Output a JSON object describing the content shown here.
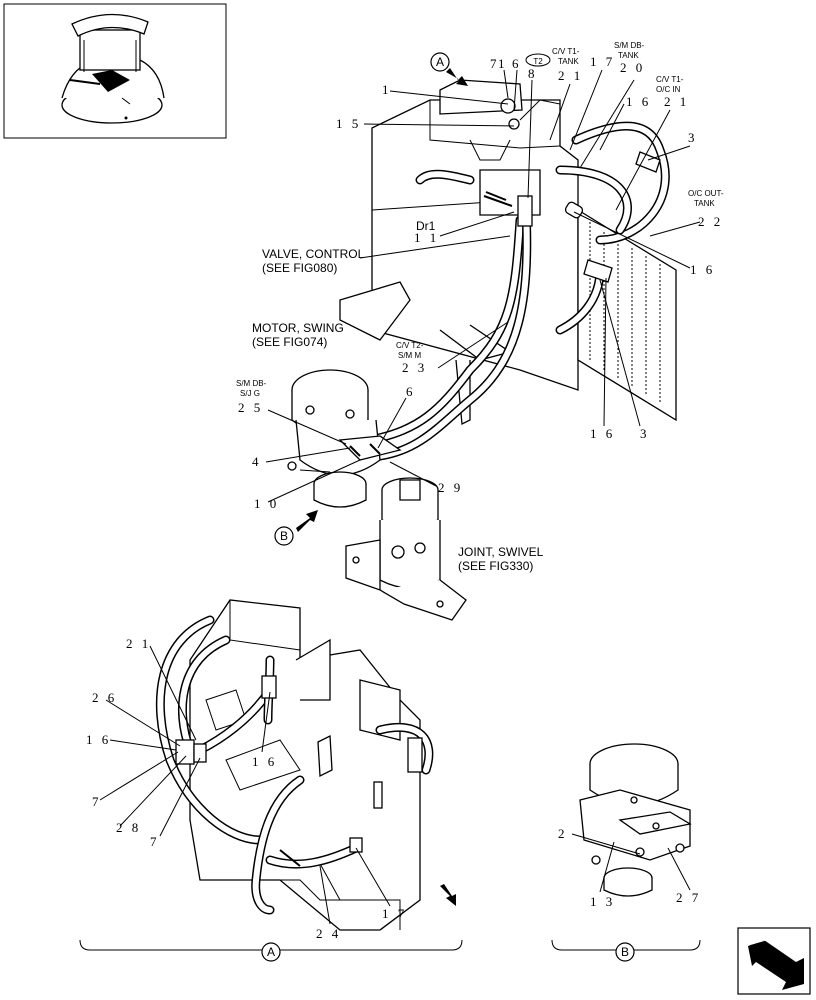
{
  "thumbnail": {
    "icon": "excavator-cab-icon"
  },
  "views": {
    "a_marker": "A",
    "b_marker": "B",
    "bottom_a": "A",
    "bottom_b": "B"
  },
  "top_labels": {
    "t2": "T2",
    "ct1_tank_l1": "C/V T1-",
    "ct1_tank_l2": "TANK",
    "sm_db_tank_l1": "S/M DB-",
    "sm_db_tank_l2": "TANK",
    "cv_t1_oc_l1": "C/V T1-",
    "cv_t1_oc_l2": "O/C IN",
    "oc_out_l1": "O/C OUT-",
    "oc_out_l2": "TANK",
    "dr1": "Dr1",
    "cv_t2_l1": "C/V T2-",
    "cv_t2_l2": "S/M M",
    "sm_db_sjg_l1": "S/M DB-",
    "sm_db_sjg_l2": "S/J G"
  },
  "captions": {
    "valve_l1": "VALVE, CONTROL",
    "valve_l2": "(SEE FIG080)",
    "motor_l1": "MOTOR, SWING",
    "motor_l2": "(SEE FIG074)",
    "joint_l1": "JOINT, SWIVEL",
    "joint_l2": "(SEE FIG330)"
  },
  "callouts": {
    "n71": "7",
    "n1a": "1",
    "n6a": "6",
    "n8": "8",
    "n21a": "2 1",
    "n17a": "1 7",
    "n20": "2 0",
    "n16a": "1 6",
    "n21b": "2 1",
    "n3a": "3",
    "n1": "1",
    "n15": "1 5",
    "n22": "2 2",
    "n11": "1 1",
    "n16b": "1 6",
    "n23": "2 3",
    "n25": "2 5",
    "n6b": "6",
    "n4": "4",
    "n16c": "1 6",
    "n3b": "3",
    "n29": "2 9",
    "n10": "1 0",
    "n21c": "2 1",
    "n26": "2 6",
    "n16d": "1 6",
    "n16e": "1 6",
    "n7a": "7",
    "n28": "2 8",
    "n7b": "7",
    "n24": "2 4",
    "n17b": "1 7",
    "n2": "2",
    "n13": "1 3",
    "n27": "2 7"
  },
  "nav": {
    "icon": "next-page-arrow-icon"
  }
}
